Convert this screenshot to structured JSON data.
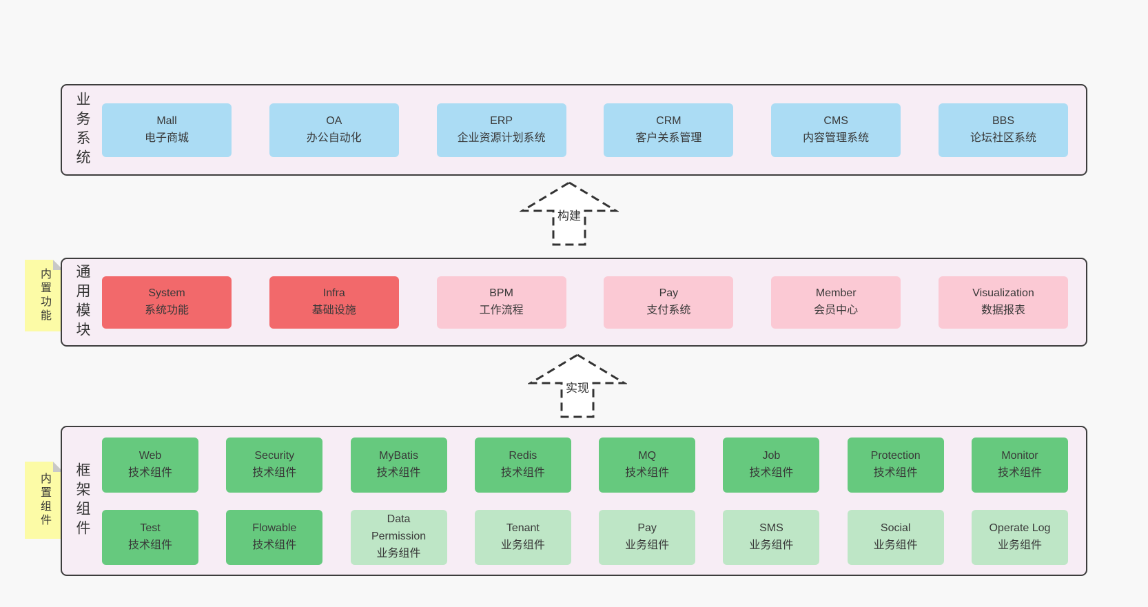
{
  "colors": {
    "page_bg": "#f8f8f8",
    "band_bg": "#f7edf5",
    "band_border": "#3d3d3d",
    "box_blue": "#abdcf4",
    "box_red": "#f2696b",
    "box_pink": "#fbc9d4",
    "box_green": "#66c97e",
    "box_green_light": "#bee6c6",
    "note_yellow": "#fcfba6",
    "note_fold_gray": "#c8c8c8",
    "text": "#383838",
    "arrow_stroke": "#333333"
  },
  "arrows": {
    "build": "构建",
    "implement": "实现"
  },
  "bands": {
    "business": {
      "label": "业务系统",
      "boxes": [
        {
          "en": "Mall",
          "zh": "电子商城"
        },
        {
          "en": "OA",
          "zh": "办公自动化"
        },
        {
          "en": "ERP",
          "zh": "企业资源计划系统"
        },
        {
          "en": "CRM",
          "zh": "客户关系管理"
        },
        {
          "en": "CMS",
          "zh": "内容管理系统"
        },
        {
          "en": "BBS",
          "zh": "论坛社区系统"
        }
      ]
    },
    "modules": {
      "label": "通用模块",
      "note": "内置功能",
      "boxes": [
        {
          "en": "System",
          "zh": "系统功能"
        },
        {
          "en": "Infra",
          "zh": "基础设施"
        },
        {
          "en": "BPM",
          "zh": "工作流程"
        },
        {
          "en": "Pay",
          "zh": "支付系统"
        },
        {
          "en": "Member",
          "zh": "会员中心"
        },
        {
          "en": "Visualization",
          "zh": "数据报表"
        }
      ]
    },
    "framework": {
      "label": "框架组件",
      "note": "内置组件",
      "row1": [
        {
          "en": "Web",
          "zh": "技术组件"
        },
        {
          "en": "Security",
          "zh": "技术组件"
        },
        {
          "en": "MyBatis",
          "zh": "技术组件"
        },
        {
          "en": "Redis",
          "zh": "技术组件"
        },
        {
          "en": "MQ",
          "zh": "技术组件"
        },
        {
          "en": "Job",
          "zh": "技术组件"
        },
        {
          "en": "Protection",
          "zh": "技术组件"
        },
        {
          "en": "Monitor",
          "zh": "技术组件"
        }
      ],
      "row2": [
        {
          "en": "Test",
          "zh": "技术组件"
        },
        {
          "en": "Flowable",
          "zh": "技术组件"
        },
        {
          "en": "Data Permission",
          "zh": "业务组件"
        },
        {
          "en": "Tenant",
          "zh": "业务组件"
        },
        {
          "en": "Pay",
          "zh": "业务组件"
        },
        {
          "en": "SMS",
          "zh": "业务组件"
        },
        {
          "en": "Social",
          "zh": "业务组件"
        },
        {
          "en": "Operate Log",
          "zh": "业务组件"
        }
      ]
    }
  }
}
